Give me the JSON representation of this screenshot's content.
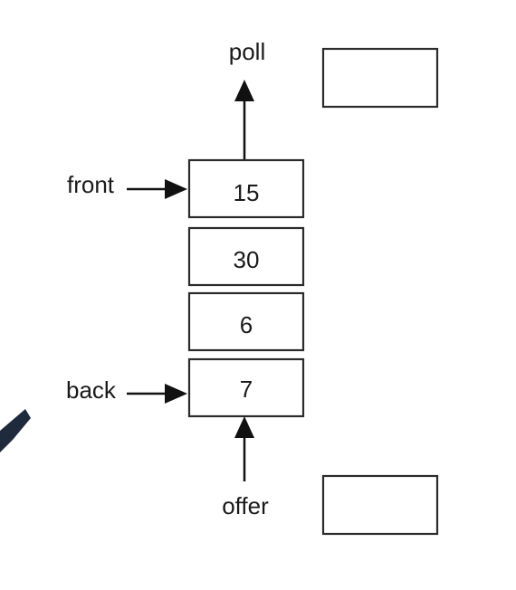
{
  "diagram": {
    "labels": {
      "poll": "poll",
      "front": "front",
      "back": "back",
      "offer": "offer"
    },
    "queue_cells": [
      "15",
      "30",
      "6",
      "7"
    ],
    "empty_boxes": 2,
    "colors": {
      "stroke": "#2b2b2b",
      "text": "#1a1a1a",
      "background": "#ffffff",
      "corner_mark": "#1f2a3d"
    }
  }
}
